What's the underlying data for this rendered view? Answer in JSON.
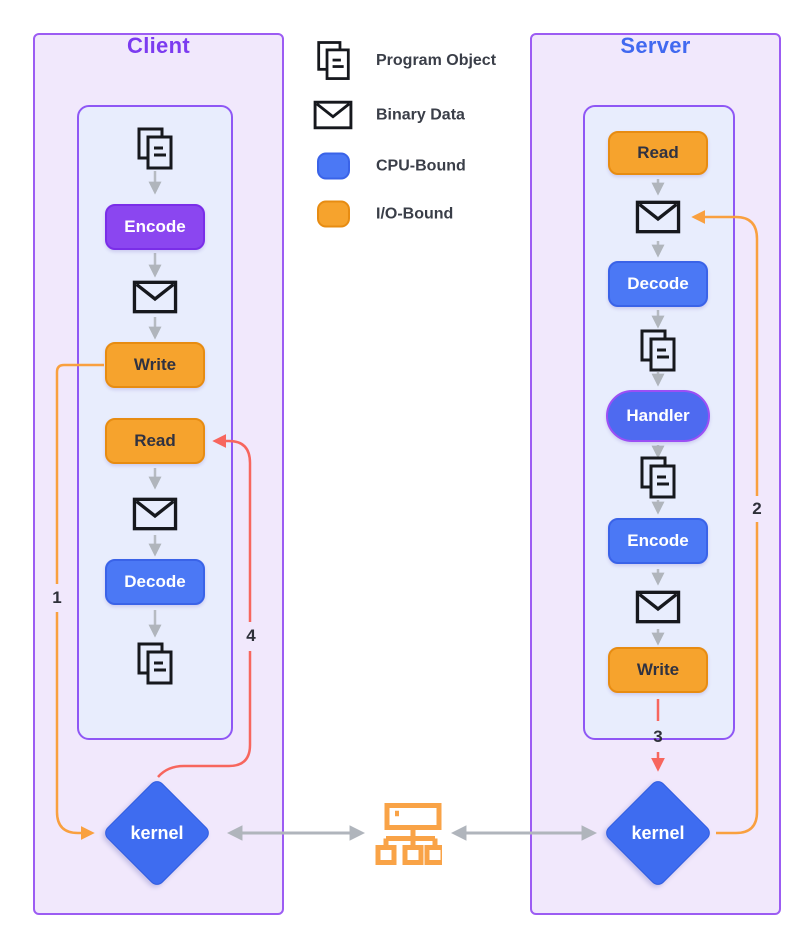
{
  "client": {
    "title": "Client",
    "nodes": {
      "encode": "Encode",
      "write": "Write",
      "read": "Read",
      "decode": "Decode",
      "kernel": "kernel"
    }
  },
  "server": {
    "title": "Server",
    "nodes": {
      "read": "Read",
      "decode": "Decode",
      "handler": "Handler",
      "encode": "Encode",
      "write": "Write",
      "kernel": "kernel"
    }
  },
  "legend": {
    "items": [
      {
        "icon": "program-object-icon",
        "label": "Program Object"
      },
      {
        "icon": "binary-data-icon",
        "label": "Binary Data"
      },
      {
        "icon": "cpu-bound-swatch",
        "label": "CPU-Bound",
        "color": "#4b78f5"
      },
      {
        "icon": "io-bound-swatch",
        "label": "I/O-Bound",
        "color": "#f6a32d"
      }
    ]
  },
  "steps": {
    "one": "1",
    "two": "2",
    "three": "3",
    "four": "4"
  },
  "colors": {
    "cpu_bound_blue": "#4b78f5",
    "io_bound_orange": "#f6a32d",
    "encode_purple": "#8b46f0",
    "handler_border_purple": "#9b4ff5",
    "kernel_blue": "#3e6cf0",
    "panel_border_purple": "#9c5cf3",
    "client_title_purple": "#7c3bf0",
    "server_title_blue": "#4169f0",
    "line_orange": "#f9a03f",
    "line_red": "#f7665e",
    "arrow_gray": "#b4b9c0",
    "network_icon_orange": "#f9a347"
  }
}
